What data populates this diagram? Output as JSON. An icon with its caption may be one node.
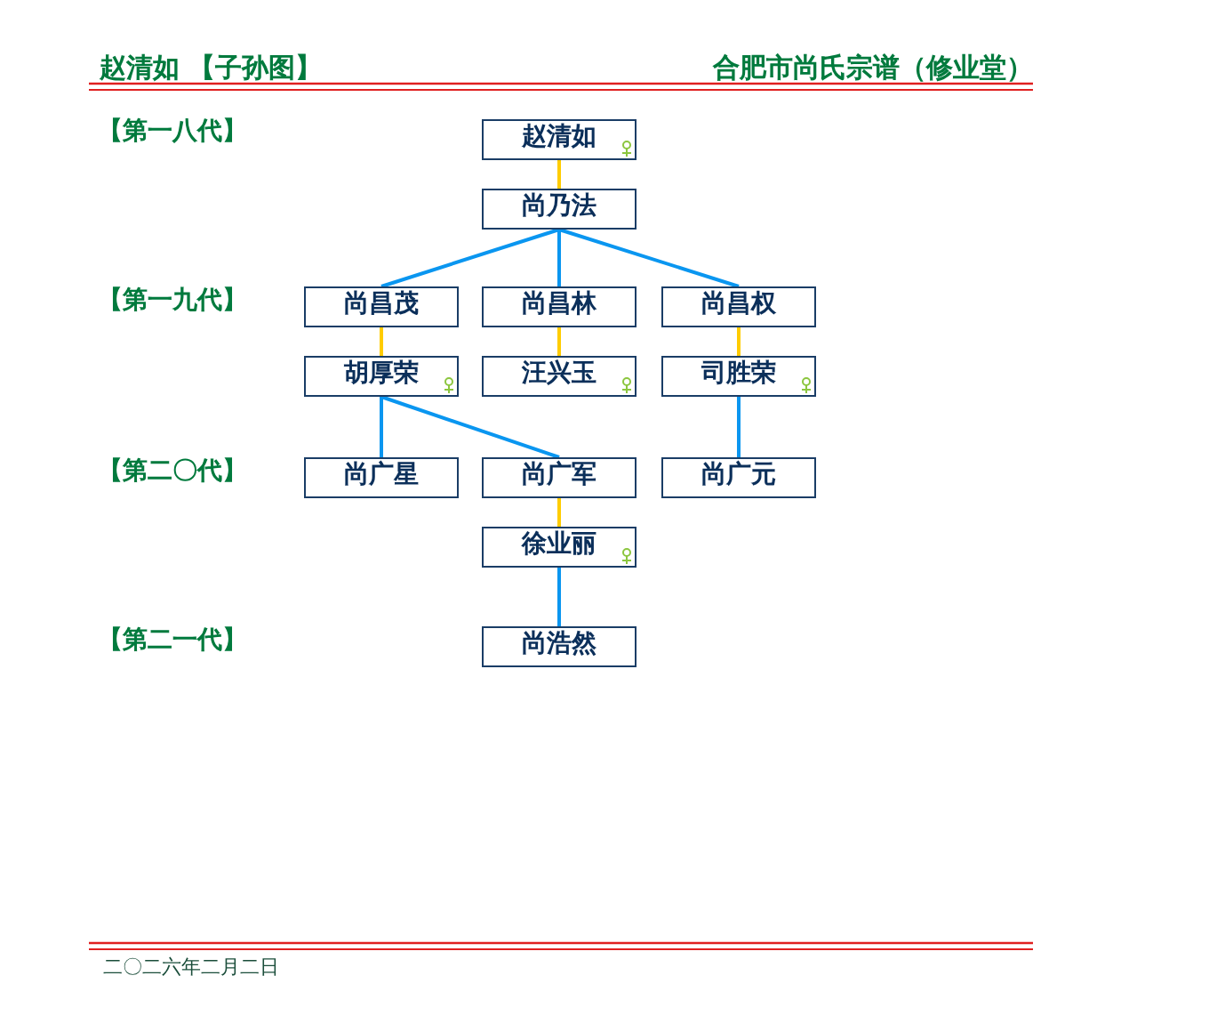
{
  "diagram": {
    "title": "赵清如 【子孙图】",
    "nodes": [
      {
        "text": [
          "赵清如"
        ]
      },
      {
        "text": [
          "尚乃法"
        ]
      },
      {
        "text": [
          "尚昌茂"
        ]
      },
      {
        "text": [
          "尚昌林"
        ]
      },
      {
        "text": [
          "尚昌权"
        ]
      },
      {
        "text": [
          "胡厚荣"
        ]
      },
      {
        "text": [
          "汪兴玉"
        ]
      },
      {
        "text": [
          "司胜荣"
        ]
      },
      {
        "text": [
          "尚广星"
        ]
      },
      {
        "text": [
          "尚广军"
        ]
      },
      {
        "text": [
          "尚广元"
        ]
      },
      {
        "text": [
          "徐业丽"
        ]
      },
      {
        "text": [
          "尚浩然"
        ]
      }
    ],
    "edges": [
      {
        "from": 0,
        "to": 1,
        "arrow": "none",
        "color": "#ffcc00"
      },
      {
        "from": 1,
        "to": 2,
        "arrow": "none"
      },
      {
        "from": 1,
        "to": 3,
        "arrow": "none"
      },
      {
        "from": 1,
        "to": 4,
        "arrow": "none"
      },
      {
        "from": 2,
        "to": 5,
        "arrow": "none",
        "color": "#ffcc00"
      },
      {
        "from": 3,
        "to": 6,
        "arrow": "none",
        "color": "#ffcc00"
      },
      {
        "from": 4,
        "to": 7,
        "arrow": "none",
        "color": "#ffcc00"
      },
      {
        "from": 5,
        "to": 8,
        "arrow": "none"
      },
      {
        "from": 5,
        "to": 9,
        "arrow": "none"
      },
      {
        "from": 7,
        "to": 10,
        "arrow": "none"
      },
      {
        "from": 9,
        "to": 11,
        "arrow": "none",
        "color": "#ffcc00"
      },
      {
        "from": 11,
        "to": 12,
        "arrow": "none"
      }
    ],
    "labels": [
      "合肥市尚氏宗谱（修业堂）",
      "【第一八代】",
      "【第一九代】",
      "【第二〇代】",
      "【第二一代】",
      "二〇二六年二月二日"
    ]
  }
}
